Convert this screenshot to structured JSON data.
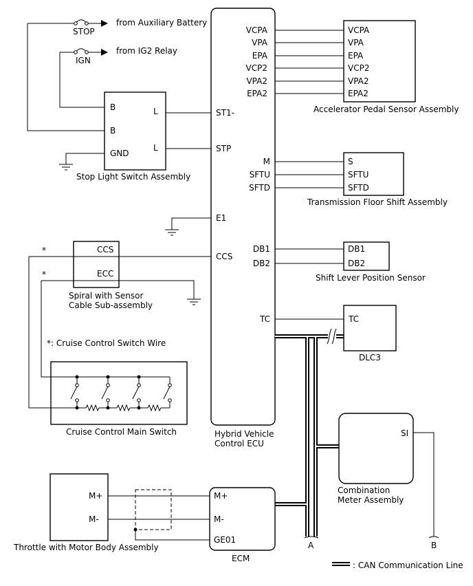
{
  "sources": {
    "stop_fuse": "STOP",
    "stop_from": "from Auxiliary Battery",
    "ign_fuse": "IGN",
    "ign_from": "from IG2 Relay"
  },
  "stop_light_switch": {
    "name": "Stop Light Switch Assembly",
    "pins_left": [
      "B",
      "B",
      "GND"
    ],
    "pins_right": [
      "L",
      "L"
    ]
  },
  "hv_ecu": {
    "name_line1": "Hybrid Vehicle",
    "name_line2": "Control ECU",
    "pins": [
      "VCPA",
      "VPA",
      "EPA",
      "VCP2",
      "VPA2",
      "EPA2",
      "ST1-",
      "STP",
      "M",
      "SFTU",
      "SFTD",
      "E1",
      "DB1",
      "DB2",
      "CCS",
      "TC"
    ]
  },
  "accel_sensor": {
    "name": "Accelerator Pedal Sensor Assembly",
    "pins": [
      "VCPA",
      "VPA",
      "EPA",
      "VCP2",
      "VPA2",
      "EPA2"
    ]
  },
  "shift_assembly": {
    "name": "Transmission Floor Shift Assembly",
    "pins": [
      "S",
      "SFTU",
      "SFTD"
    ]
  },
  "shift_sensor": {
    "name": "Shift Lever Position Sensor",
    "pins": [
      "DB1",
      "DB2"
    ]
  },
  "spiral": {
    "name_line1": "Spiral with Sensor",
    "name_line2": "Cable Sub-assembly",
    "pins": [
      "CCS",
      "ECC"
    ],
    "star": "*"
  },
  "footnote": "*: Cruise Control Switch Wire",
  "cruise_switch": {
    "name": "Cruise Control Main Switch"
  },
  "dlc3": {
    "name": "DLC3",
    "pin": "TC"
  },
  "combination_meter": {
    "name_line1": "Combination",
    "name_line2": "Meter Assembly",
    "pin": "SI"
  },
  "throttle": {
    "name": "Throttle with Motor Body Assembly",
    "pins": [
      "M+",
      "M-"
    ]
  },
  "ecm": {
    "name": "ECM",
    "pins": [
      "M+",
      "M-",
      "GE01"
    ]
  },
  "connectors": {
    "a": "A",
    "b": "B"
  },
  "legend": {
    "can_label": ": CAN Communication Line"
  }
}
